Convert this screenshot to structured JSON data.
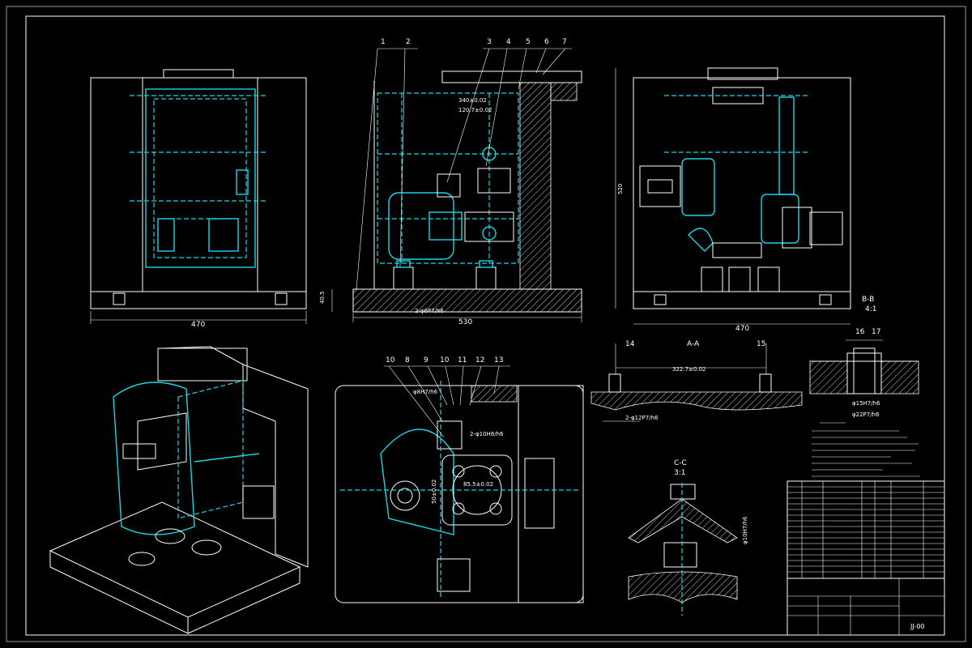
{
  "colors": {
    "background": "#000000",
    "line": "#ffffff",
    "accent": "#19d6e6"
  },
  "balloons_top": [
    "1",
    "2",
    "3",
    "4",
    "5",
    "6",
    "7"
  ],
  "balloons_bottom": [
    "10",
    "8",
    "9",
    "10",
    "11",
    "12",
    "13"
  ],
  "dims": {
    "front_width": "470",
    "mid_width": "530",
    "right_width": "470",
    "right_height": "520",
    "base_height": "40.5",
    "pin_fit_top": "2-φ6P7/h6",
    "dim_top_1": "340±0.02",
    "dim_top_2": "120.7±0.02",
    "dim_bot_1": "φ8H7/h6",
    "dim_bot_2": "2-φ10H8/h6",
    "dim_bot_3": "85.5±0.02",
    "dim_bot_4": "50±0.02",
    "dim_aa": "322.7±0.02",
    "pin_fit_aa": "2-φ12P7/h6",
    "dim_bb_1": "φ15H7/h6",
    "dim_bb_2": "φ22P7/h6",
    "dim_cc": "φ10H7/h6"
  },
  "sections": {
    "aa": "A-A",
    "bb": "B-B",
    "bb_scale": "4:1",
    "cc": "C-C",
    "cc_scale": "3:1",
    "aa_labels": [
      "14",
      "15"
    ],
    "bb_labels": [
      "16",
      "17"
    ]
  },
  "title_block": {
    "drawing_no": "JJ-00"
  }
}
